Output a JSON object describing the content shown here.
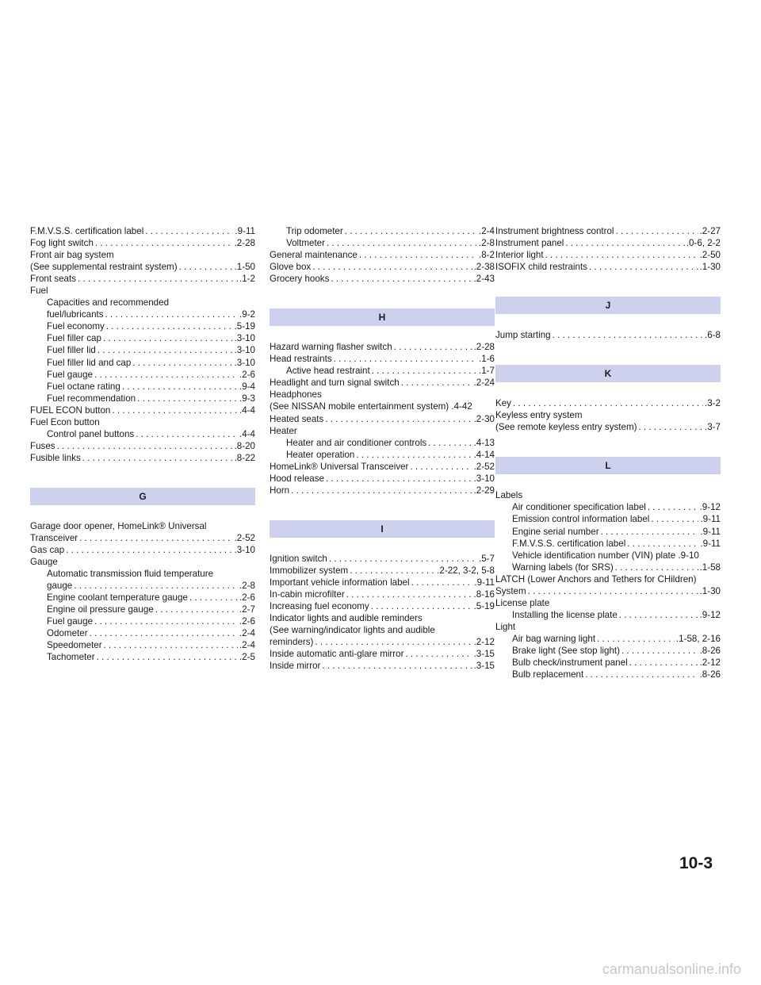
{
  "index": {
    "columns": [
      [
        {
          "type": "entry",
          "text": "F.M.V.S.S. certification label",
          "page": ".9-11"
        },
        {
          "type": "entry",
          "text": "Fog light switch",
          "page": ".2-28"
        },
        {
          "type": "text",
          "text": "Front air bag system"
        },
        {
          "type": "entry",
          "text": "(See supplemental restraint system)",
          "page": ".1-50"
        },
        {
          "type": "entry",
          "text": "Front seats",
          "page": ".1-2"
        },
        {
          "type": "text",
          "text": "Fuel"
        },
        {
          "type": "text",
          "text": "Capacities and recommended",
          "indent": true
        },
        {
          "type": "entry",
          "text": "fuel/lubricants",
          "page": ".9-2",
          "indent": true
        },
        {
          "type": "entry",
          "text": "Fuel economy",
          "page": ".5-19",
          "indent": true
        },
        {
          "type": "entry",
          "text": "Fuel filler cap",
          "page": ".3-10",
          "indent": true
        },
        {
          "type": "entry",
          "text": "Fuel filler lid",
          "page": ".3-10",
          "indent": true
        },
        {
          "type": "entry",
          "text": "Fuel filler lid and cap",
          "page": ".3-10",
          "indent": true
        },
        {
          "type": "entry",
          "text": "Fuel gauge",
          "page": ".2-6",
          "indent": true
        },
        {
          "type": "entry",
          "text": "Fuel octane rating",
          "page": ".9-4",
          "indent": true
        },
        {
          "type": "entry",
          "text": "Fuel recommendation",
          "page": ".9-3",
          "indent": true
        },
        {
          "type": "entry",
          "text": "FUEL ECON button",
          "page": ".4-4"
        },
        {
          "type": "text",
          "text": "Fuel Econ button"
        },
        {
          "type": "entry",
          "text": "Control panel buttons",
          "page": ".4-4",
          "indent": true
        },
        {
          "type": "entry",
          "text": "Fuses",
          "page": ".8-20"
        },
        {
          "type": "entry",
          "text": "Fusible links",
          "page": ".8-22"
        },
        {
          "type": "header",
          "text": "G"
        },
        {
          "type": "text",
          "text": "Garage door opener, HomeLink® Universal"
        },
        {
          "type": "entry",
          "text": "Transceiver",
          "page": ".2-52"
        },
        {
          "type": "entry",
          "text": "Gas cap",
          "page": ".3-10"
        },
        {
          "type": "text",
          "text": "Gauge"
        },
        {
          "type": "text",
          "text": "Automatic transmission fluid temperature",
          "indent": true
        },
        {
          "type": "entry",
          "text": "gauge",
          "page": ".2-8",
          "indent": true
        },
        {
          "type": "entry",
          "text": "Engine coolant temperature gauge",
          "page": ".2-6",
          "indent": true
        },
        {
          "type": "entry",
          "text": "Engine oil pressure gauge",
          "page": ".2-7",
          "indent": true
        },
        {
          "type": "entry",
          "text": "Fuel gauge",
          "page": ".2-6",
          "indent": true
        },
        {
          "type": "entry",
          "text": "Odometer",
          "page": ".2-4",
          "indent": true
        },
        {
          "type": "entry",
          "text": "Speedometer",
          "page": ".2-4",
          "indent": true
        },
        {
          "type": "entry",
          "text": "Tachometer",
          "page": ".2-5",
          "indent": true
        }
      ],
      [
        {
          "type": "entry",
          "text": "Trip odometer",
          "page": ".2-4",
          "indent": true
        },
        {
          "type": "entry",
          "text": "Voltmeter",
          "page": ".2-8",
          "indent": true
        },
        {
          "type": "entry",
          "text": "General maintenance",
          "page": ".8-2"
        },
        {
          "type": "entry",
          "text": "Glove box",
          "page": ".2-38"
        },
        {
          "type": "entry",
          "text": "Grocery hooks",
          "page": ".2-43"
        },
        {
          "type": "header",
          "text": "H"
        },
        {
          "type": "entry",
          "text": "Hazard warning flasher switch",
          "page": ".2-28"
        },
        {
          "type": "entry",
          "text": "Head restraints",
          "page": ".1-6"
        },
        {
          "type": "entry",
          "text": "Active head restraint",
          "page": ".1-7",
          "indent": true
        },
        {
          "type": "entry",
          "text": "Headlight and turn signal switch",
          "page": ".2-24"
        },
        {
          "type": "text",
          "text": "Headphones"
        },
        {
          "type": "text",
          "text": "(See NISSAN mobile entertainment system) .4-42"
        },
        {
          "type": "entry",
          "text": "Heated seats",
          "page": ".2-30"
        },
        {
          "type": "text",
          "text": "Heater"
        },
        {
          "type": "entry",
          "text": "Heater and air conditioner controls",
          "page": ".4-13",
          "indent": true
        },
        {
          "type": "entry",
          "text": "Heater operation",
          "page": ".4-14",
          "indent": true
        },
        {
          "type": "entry",
          "text": "HomeLink® Universal Transceiver",
          "page": ".2-52"
        },
        {
          "type": "entry",
          "text": "Hood release",
          "page": ".3-10"
        },
        {
          "type": "entry",
          "text": "Horn",
          "page": ".2-29"
        },
        {
          "type": "header",
          "text": "I"
        },
        {
          "type": "entry",
          "text": "Ignition switch",
          "page": ".5-7"
        },
        {
          "type": "entry",
          "text": "Immobilizer system",
          "page": ".2-22, 3-2, 5-8"
        },
        {
          "type": "entry",
          "text": "Important vehicle information label",
          "page": ".9-11"
        },
        {
          "type": "entry",
          "text": "In-cabin microfilter",
          "page": ".8-16"
        },
        {
          "type": "entry",
          "text": "Increasing fuel economy",
          "page": ".5-19"
        },
        {
          "type": "text",
          "text": "Indicator lights and audible reminders"
        },
        {
          "type": "text",
          "text": "(See warning/indicator lights and audible"
        },
        {
          "type": "entry",
          "text": "reminders)",
          "page": ".2-12"
        },
        {
          "type": "entry",
          "text": "Inside automatic anti-glare mirror",
          "page": ".3-15"
        },
        {
          "type": "entry",
          "text": "Inside mirror",
          "page": ".3-15"
        }
      ],
      [
        {
          "type": "entry",
          "text": "Instrument brightness control",
          "page": ".2-27"
        },
        {
          "type": "entry",
          "text": "Instrument panel",
          "page": ".0-6, 2-2"
        },
        {
          "type": "entry",
          "text": "Interior light",
          "page": ".2-50"
        },
        {
          "type": "entry",
          "text": "ISOFIX child restraints",
          "page": ".1-30"
        },
        {
          "type": "header",
          "text": "J"
        },
        {
          "type": "entry",
          "text": "Jump starting",
          "page": ".6-8"
        },
        {
          "type": "header",
          "text": "K"
        },
        {
          "type": "entry",
          "text": "Key",
          "page": ".3-2"
        },
        {
          "type": "text",
          "text": "Keyless entry system"
        },
        {
          "type": "entry",
          "text": "(See remote keyless entry system)",
          "page": ".3-7"
        },
        {
          "type": "header",
          "text": "L"
        },
        {
          "type": "text",
          "text": "Labels"
        },
        {
          "type": "entry",
          "text": "Air conditioner specification label",
          "page": ".9-12",
          "indent": true
        },
        {
          "type": "entry",
          "text": "Emission control information label",
          "page": ".9-11",
          "indent": true
        },
        {
          "type": "entry",
          "text": "Engine serial number",
          "page": ".9-11",
          "indent": true
        },
        {
          "type": "entry",
          "text": "F.M.V.S.S. certification label",
          "page": ".9-11",
          "indent": true
        },
        {
          "type": "text",
          "text": "Vehicle identification number (VIN) plate .9-10",
          "indent": true
        },
        {
          "type": "entry",
          "text": "Warning labels (for SRS)",
          "page": ".1-58",
          "indent": true
        },
        {
          "type": "text",
          "text": "LATCH (Lower Anchors and Tethers for CHildren)"
        },
        {
          "type": "entry",
          "text": "System",
          "page": ".1-30"
        },
        {
          "type": "text",
          "text": "License plate"
        },
        {
          "type": "entry",
          "text": "Installing the license plate",
          "page": ".9-12",
          "indent": true
        },
        {
          "type": "text",
          "text": "Light"
        },
        {
          "type": "entry",
          "text": "Air bag warning light",
          "page": ".1-58, 2-16",
          "indent": true
        },
        {
          "type": "entry",
          "text": "Brake light (See stop light)",
          "page": ".8-26",
          "indent": true
        },
        {
          "type": "entry",
          "text": "Bulb check/instrument panel",
          "page": ".2-12",
          "indent": true
        },
        {
          "type": "entry",
          "text": "Bulb replacement",
          "page": ".8-26",
          "indent": true
        }
      ]
    ]
  },
  "page_number": "10-3",
  "watermark": "carmanualsonline.info",
  "colors": {
    "header_band": "#cdd1ed",
    "text": "#1a1a1a",
    "watermark": "#c8c8c8"
  }
}
